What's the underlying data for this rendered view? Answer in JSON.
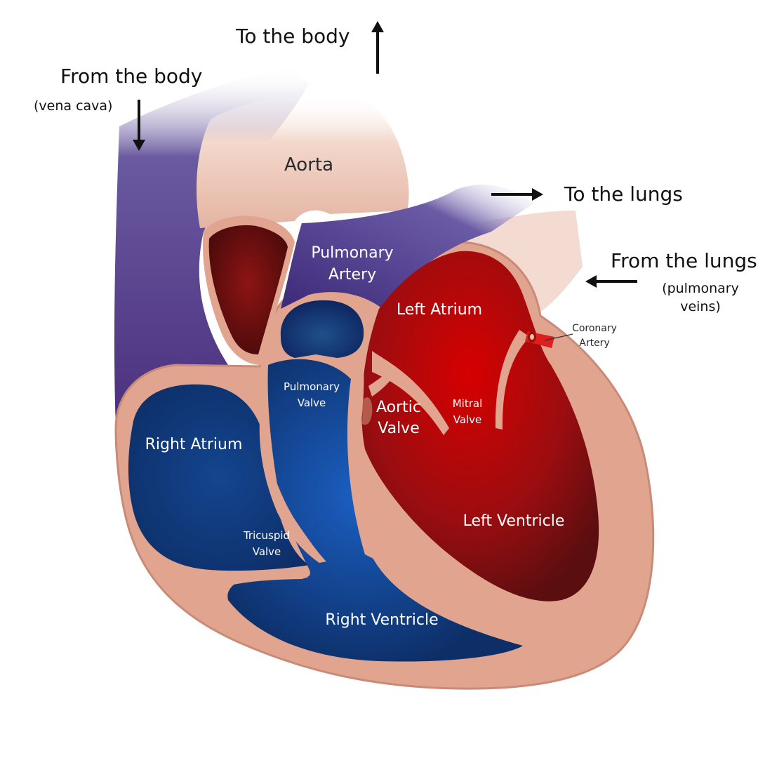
{
  "labels": {
    "from_body": "From the body",
    "vena_cava": "(vena cava)",
    "to_body": "To the body",
    "to_lungs": "To the lungs",
    "from_lungs": "From the lungs",
    "pulmonary_veins": [
      "(pulmonary",
      "veins)"
    ],
    "aorta": "Aorta",
    "pulmonary_artery": [
      "Pulmonary",
      "Artery"
    ],
    "left_atrium": "Left Atrium",
    "right_atrium": "Right Atrium",
    "pulmonary_valve": [
      "Pulmonary",
      "Valve"
    ],
    "aortic_valve": [
      "Aortic",
      "Valve"
    ],
    "mitral_valve": [
      "Mitral",
      "Valve"
    ],
    "tricuspid_valve": [
      "Tricuspid",
      "Valve"
    ],
    "left_ventricle": "Left Ventricle",
    "right_ventricle": "Right Ventricle",
    "coronary_artery": [
      "Coronary",
      "Artery"
    ]
  },
  "colors": {
    "deoxygenated": "#1a3f86",
    "oxygenated": "#b31217",
    "vein_purple": "#5a3f8e",
    "tissue": "#e1a48f",
    "aorta_pink": "#ecc7b8"
  }
}
